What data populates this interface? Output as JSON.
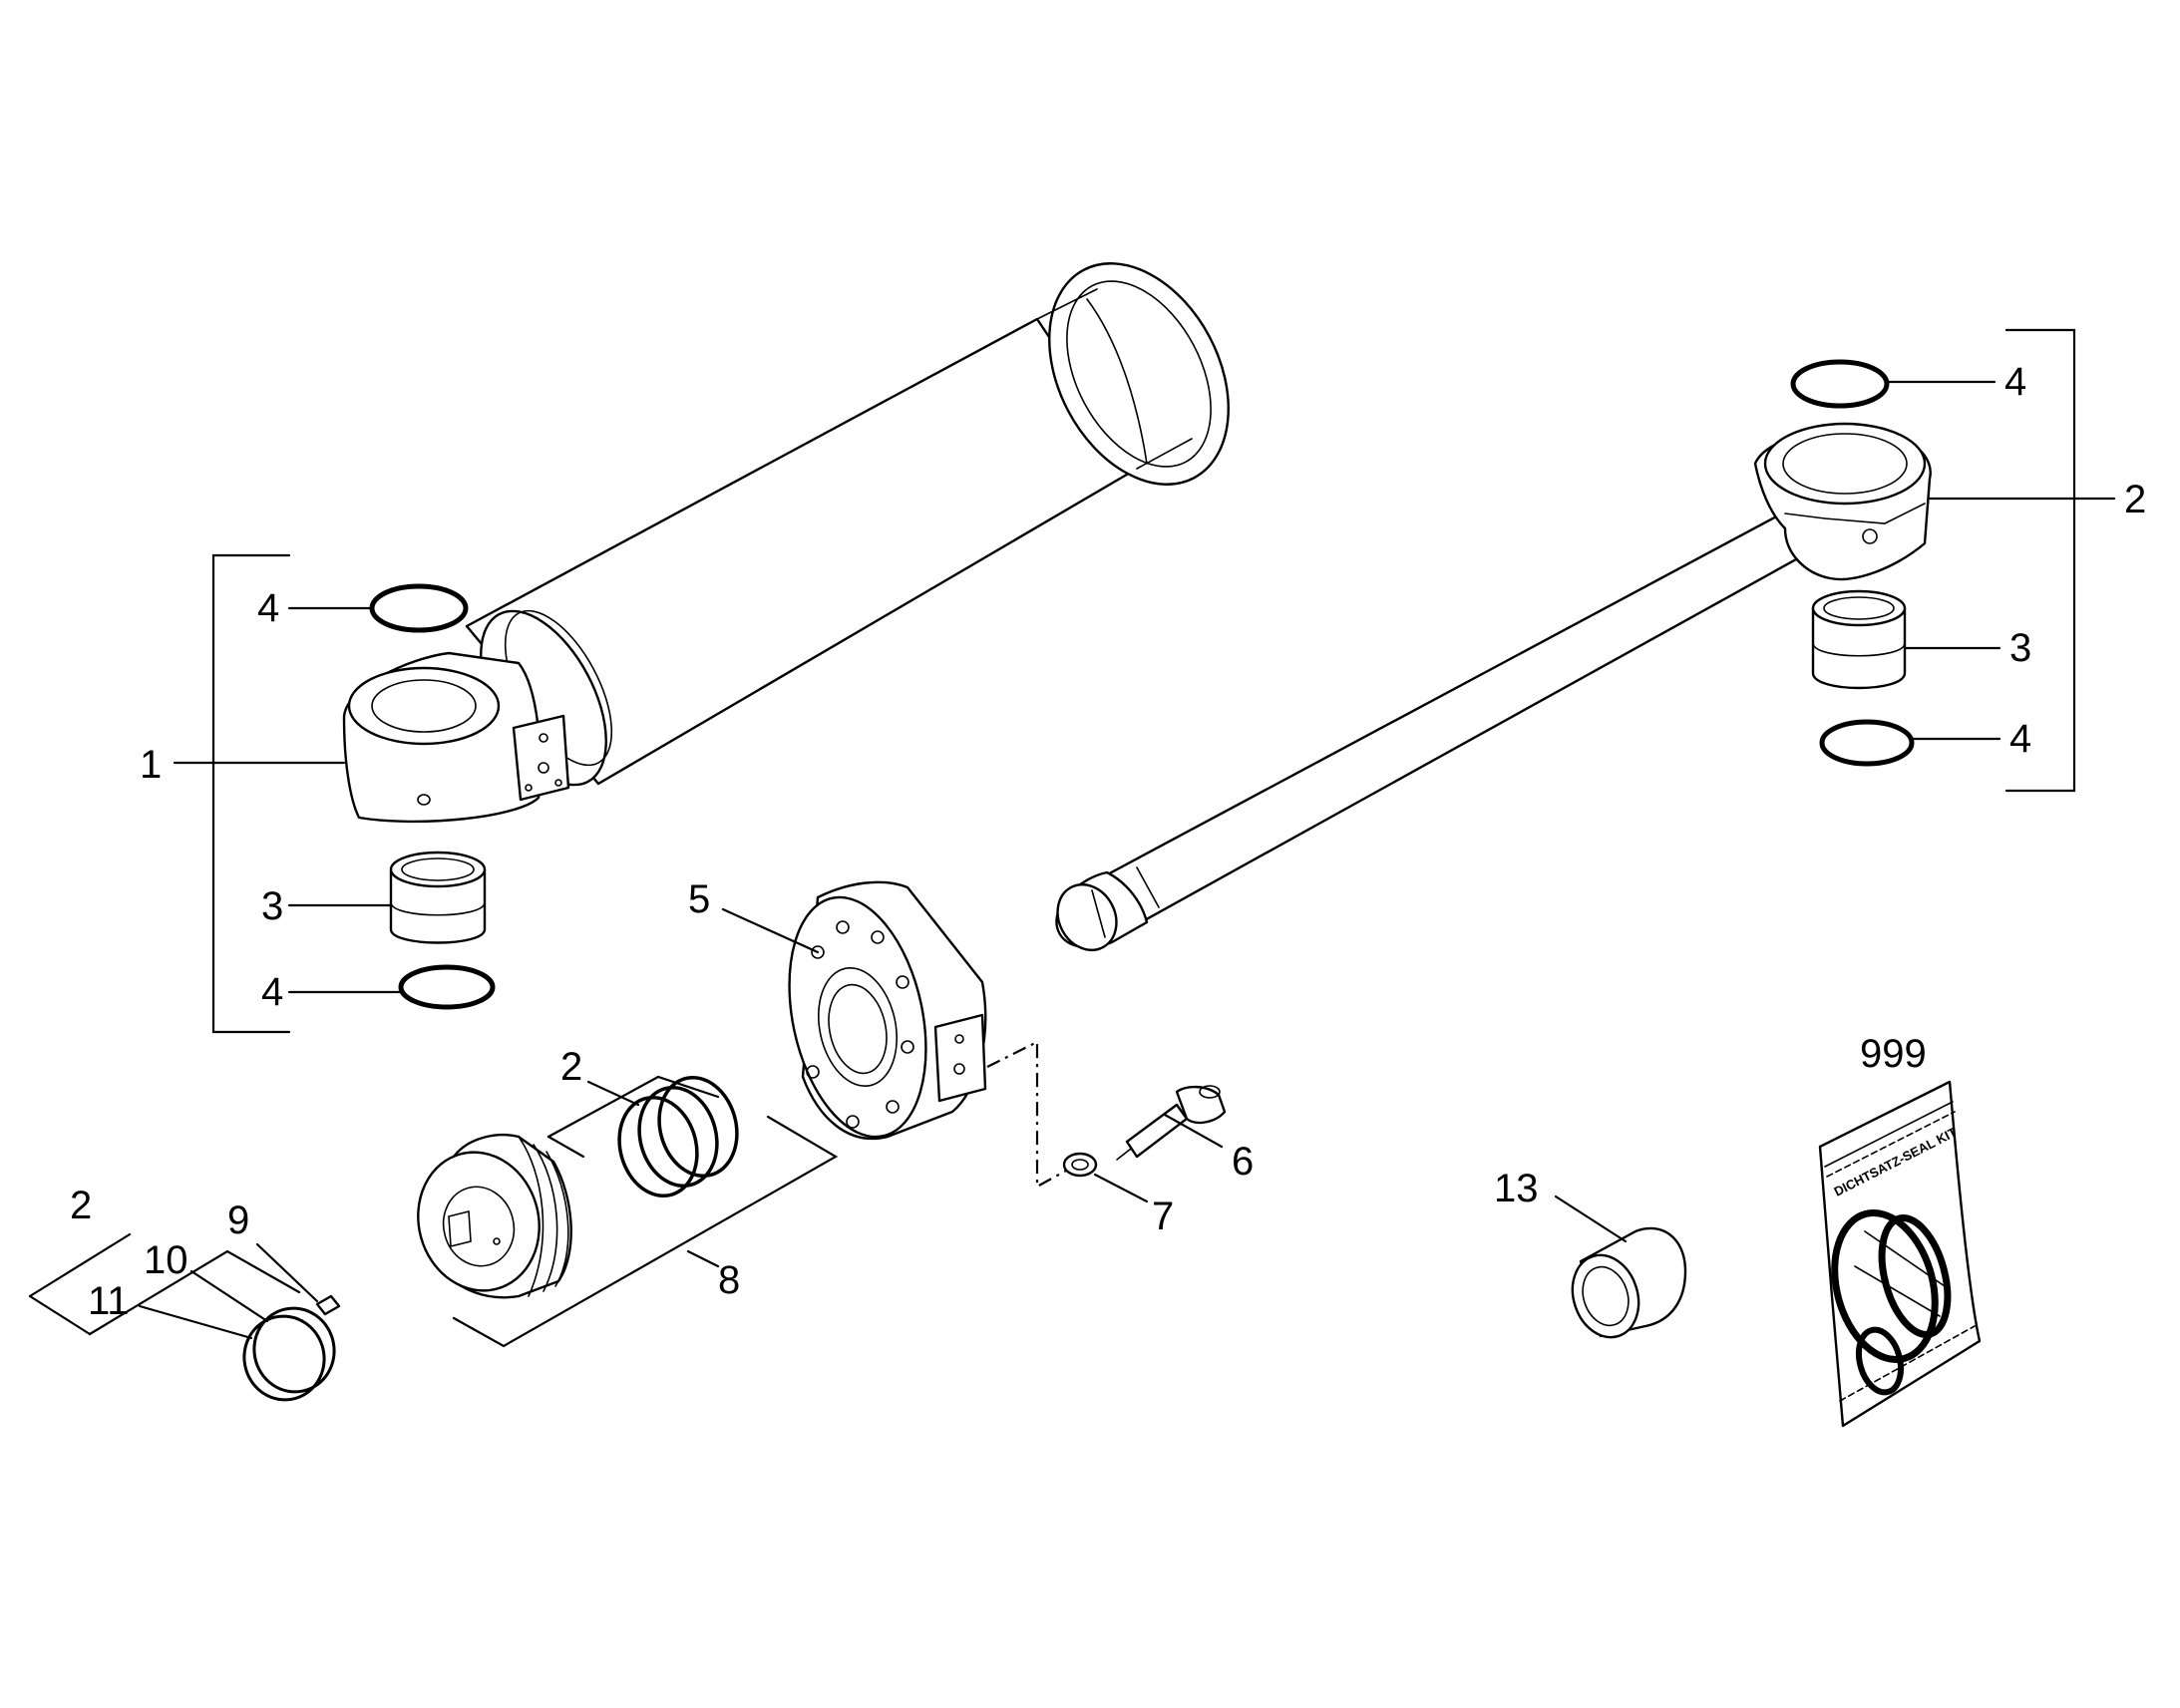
{
  "callouts": {
    "c1": "1",
    "c2_right": "2",
    "c2_piston": "2",
    "c2_ring": "2",
    "c3_left": "3",
    "c3_right": "3",
    "c4_left_top": "4",
    "c4_left_bottom": "4",
    "c4_right_top": "4",
    "c4_right_bottom": "4",
    "c5": "5",
    "c6": "6",
    "c7": "7",
    "c8": "8",
    "c9": "9",
    "c10": "10",
    "c11": "11",
    "c13": "13",
    "c999": "999"
  },
  "seal_kit_label": "DICHTSATZ-SEAL KIT"
}
